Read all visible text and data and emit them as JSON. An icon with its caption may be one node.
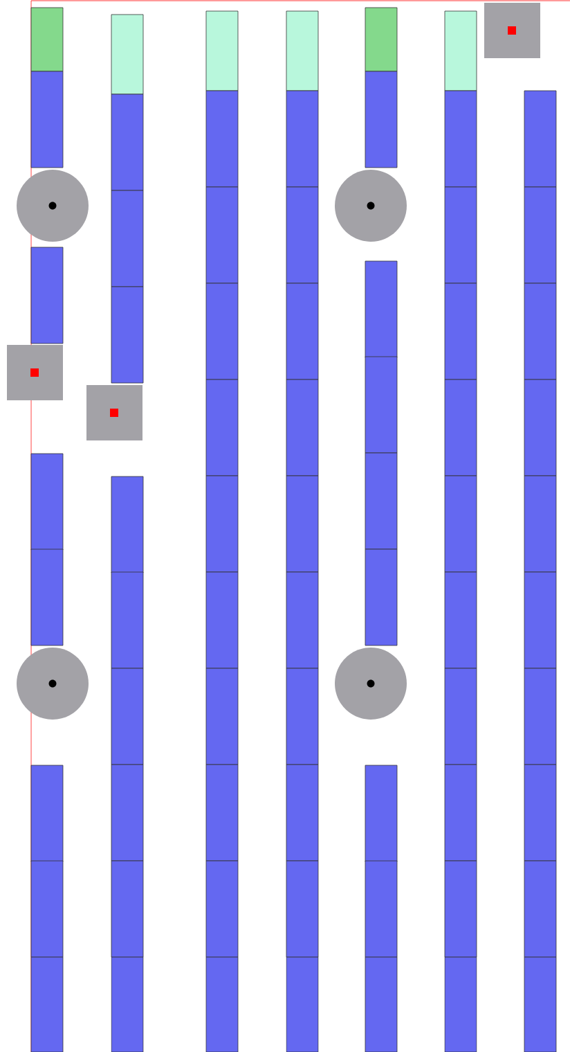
{
  "diagram": {
    "nodes": [
      {
        "text": [],
        "shape": "box"
      },
      {
        "text": [],
        "shape": "box"
      },
      {
        "text": [],
        "shape": "box"
      },
      {
        "text": [],
        "shape": "box"
      },
      {
        "text": [],
        "shape": "box"
      },
      {
        "text": [],
        "shape": "box"
      },
      {
        "text": [],
        "shape": "box"
      },
      {
        "text": [],
        "shape": "box"
      },
      {
        "text": [],
        "shape": "box"
      },
      {
        "text": [],
        "shape": "box"
      },
      {
        "text": [],
        "shape": "box"
      },
      {
        "text": [],
        "shape": "box"
      },
      {
        "text": [],
        "shape": "box"
      },
      {
        "text": [],
        "shape": "box"
      },
      {
        "text": [],
        "shape": "box"
      },
      {
        "text": [],
        "shape": "box"
      },
      {
        "text": [],
        "shape": "box"
      },
      {
        "text": [],
        "shape": "box"
      },
      {
        "text": [],
        "shape": "box"
      },
      {
        "text": [],
        "shape": "box"
      },
      {
        "text": [],
        "shape": "box"
      },
      {
        "text": [],
        "shape": "box"
      },
      {
        "text": [],
        "shape": "box"
      },
      {
        "text": [],
        "shape": "box"
      },
      {
        "text": [],
        "shape": "box"
      },
      {
        "text": [],
        "shape": "box"
      },
      {
        "text": [],
        "shape": "box"
      },
      {
        "text": [],
        "shape": "box"
      },
      {
        "text": [],
        "shape": "box"
      },
      {
        "text": [],
        "shape": "box"
      },
      {
        "text": [],
        "shape": "box"
      },
      {
        "text": [],
        "shape": "box"
      },
      {
        "text": [],
        "shape": "box"
      },
      {
        "text": [],
        "shape": "box"
      },
      {
        "text": [],
        "shape": "box"
      },
      {
        "text": [],
        "shape": "box"
      },
      {
        "text": [],
        "shape": "box"
      },
      {
        "text": [],
        "shape": "box"
      },
      {
        "text": [],
        "shape": "box"
      },
      {
        "text": [],
        "shape": "box"
      },
      {
        "text": [],
        "shape": "box"
      },
      {
        "text": [],
        "shape": "box"
      },
      {
        "text": [],
        "shape": "box"
      },
      {
        "text": [],
        "shape": "box"
      },
      {
        "text": [],
        "shape": "box"
      },
      {
        "text": [],
        "shape": "box"
      },
      {
        "text": [],
        "shape": "box"
      },
      {
        "text": [],
        "shape": "box"
      },
      {
        "text": [],
        "shape": "box"
      },
      {
        "text": [],
        "shape": "box"
      },
      {
        "text": [],
        "shape": "box"
      },
      {
        "text": [],
        "shape": "box"
      },
      {
        "text": [],
        "shape": "box"
      },
      {
        "text": [],
        "shape": "box"
      },
      {
        "text": [],
        "shape": "box"
      },
      {
        "text": [],
        "shape": "box"
      },
      {
        "text": [],
        "shape": "box"
      },
      {
        "text": [],
        "shape": "box"
      },
      {
        "text": [],
        "shape": "box"
      },
      {
        "text": [],
        "shape": "box"
      },
      {
        "text": [],
        "shape": "box"
      },
      {
        "text": [],
        "shape": "box"
      },
      {
        "text": [],
        "shape": "box"
      },
      {
        "text": [],
        "shape": "box"
      },
      {
        "text": [],
        "shape": "box"
      },
      {
        "text": [],
        "shape": "box"
      },
      {
        "text": [],
        "shape": "box"
      },
      {
        "text": [],
        "shape": "box"
      },
      {
        "text": [],
        "shape": "box"
      },
      {
        "text": [],
        "shape": "box"
      },
      {
        "text": [],
        "shape": "circle"
      },
      {
        "text": [],
        "shape": "circle"
      },
      {
        "text": [],
        "shape": "circle"
      },
      {
        "text": [],
        "shape": "circle"
      },
      {
        "text": [],
        "shape": "box"
      },
      {
        "text": [],
        "shape": "box"
      },
      {
        "text": [],
        "shape": "box"
      }
    ]
  }
}
